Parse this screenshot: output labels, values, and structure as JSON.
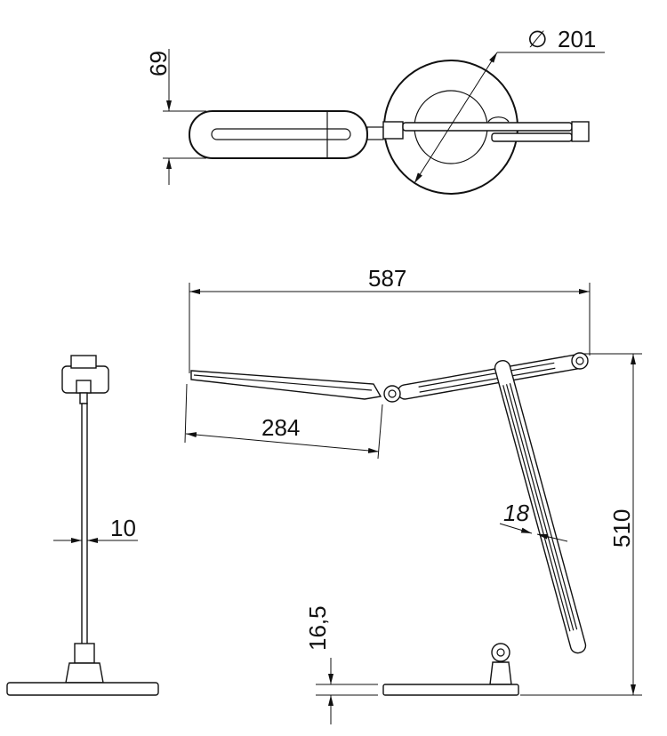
{
  "title": "Desk lamp dimension drawing",
  "dimensions": {
    "head_width": "69",
    "base_diameter": "201",
    "diameter_symbol": "∅",
    "total_reach": "587",
    "head_length": "284",
    "pole_width": "10",
    "arm_width": "18",
    "total_height": "510",
    "base_height": "16,5"
  }
}
